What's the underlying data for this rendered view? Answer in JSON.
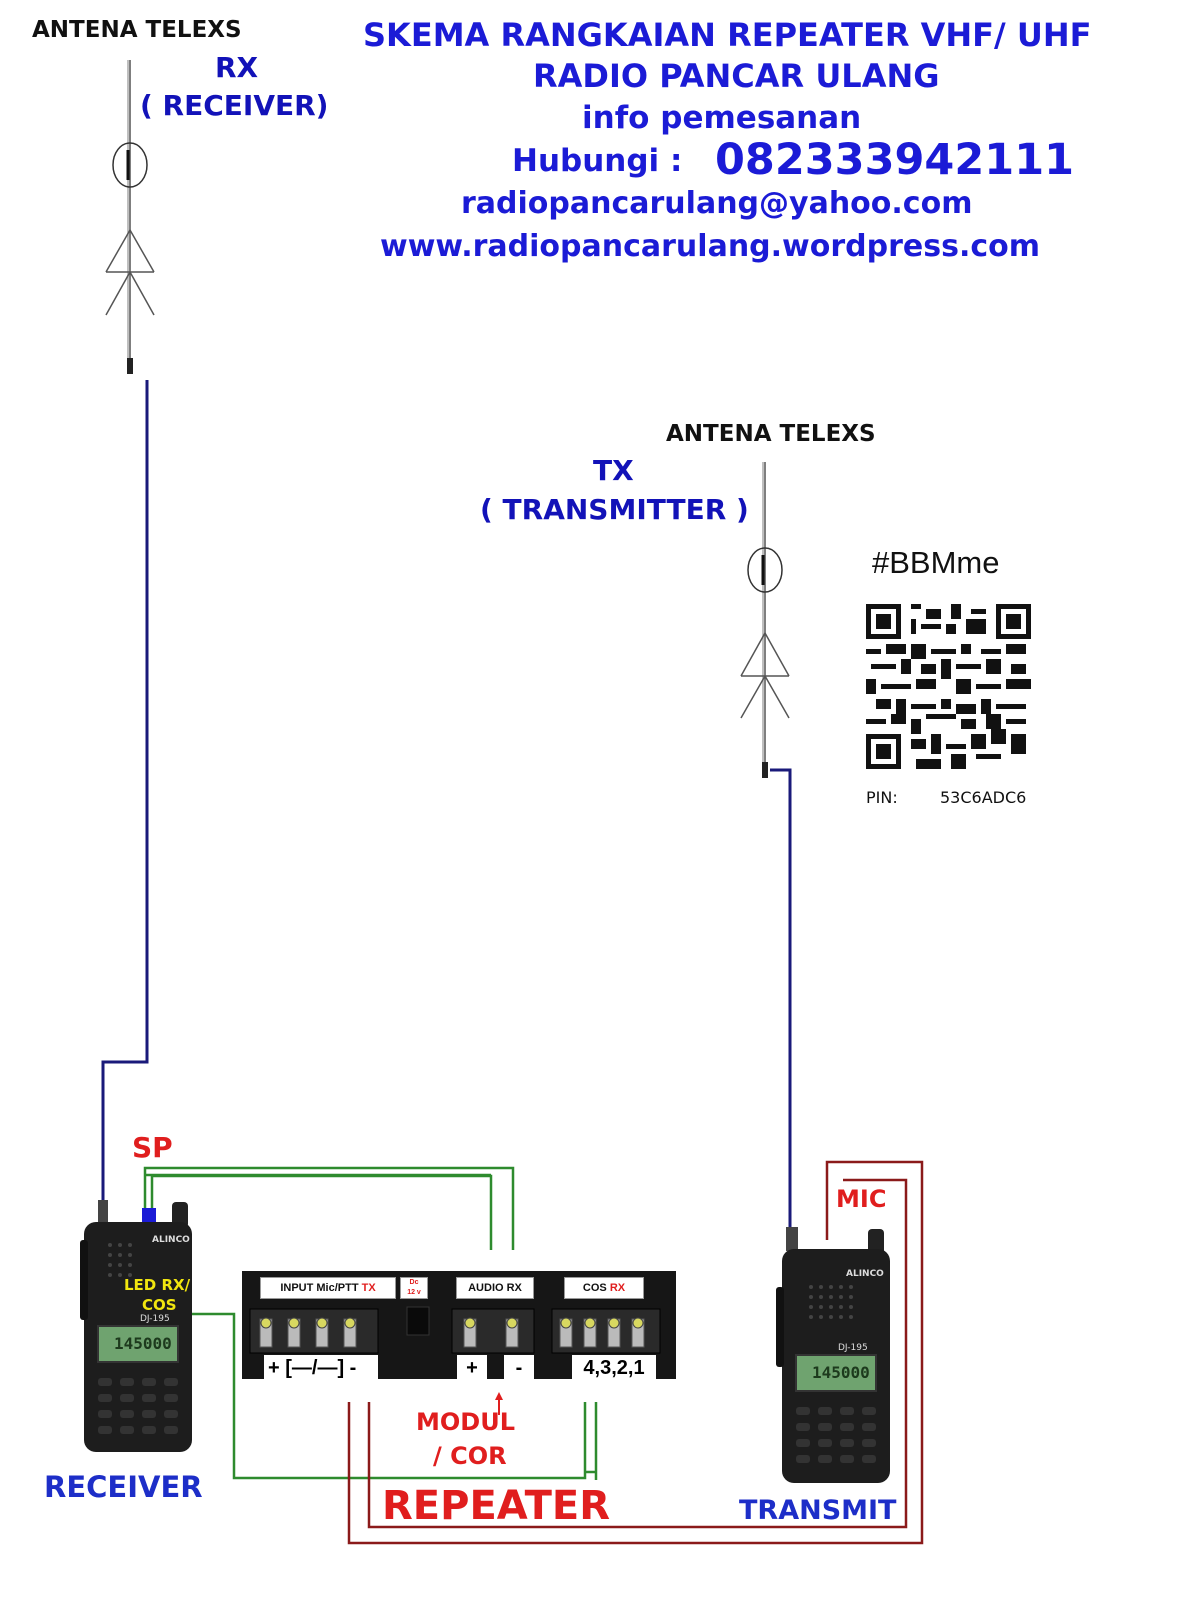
{
  "header": {
    "title_line1": "SKEMA RANGKAIAN REPEATER VHF/ UHF",
    "title_line2": "RADIO PANCAR ULANG",
    "info": "info pemesanan",
    "contact_label": "Hubungi :",
    "phone": "082333942111",
    "email": "radiopancarulang@yahoo.com",
    "website": "www.radiopancarulang.wordpress.com"
  },
  "rx_antenna": {
    "name": "ANTENA TELEXS",
    "code": "RX",
    "desc": "( RECEIVER)"
  },
  "tx_antenna": {
    "name": "ANTENA TELEXS",
    "code": "TX",
    "desc": "( TRANSMITTER )"
  },
  "bbm": {
    "tag": "#BBMme",
    "pin_label": "PIN:",
    "pin": "53C6ADC6"
  },
  "labels": {
    "sp": "SP",
    "mic": "MIC",
    "led": "LED RX/",
    "cos": "COS",
    "receiver": "RECEIVER",
    "transmit": "TRANSMIT",
    "repeater": "REPEATER",
    "modul": "MODUL",
    "cor": "/ COR"
  },
  "radio": {
    "brand": "ALINCO",
    "model": "DJ-195",
    "display": "145000"
  },
  "panel": {
    "input_label": "INPUT Mic/PTT",
    "input_hl": "TX",
    "dc_label": "Dc",
    "dc_volt": "12 v",
    "audio_label": "AUDIO RX",
    "cos_label": "COS",
    "cos_hl": "RX",
    "term_input": "+ [—/—] -",
    "term_audio_plus": "+",
    "term_audio_minus": "-",
    "term_cos": "4,3,2,1"
  },
  "colors": {
    "heading_blue": "#1b1bd6",
    "wire_blue": "#1a1a7a",
    "wire_green": "#2e8b2e",
    "wire_red": "#8b1a1a",
    "accent_red": "#e01e1e"
  }
}
